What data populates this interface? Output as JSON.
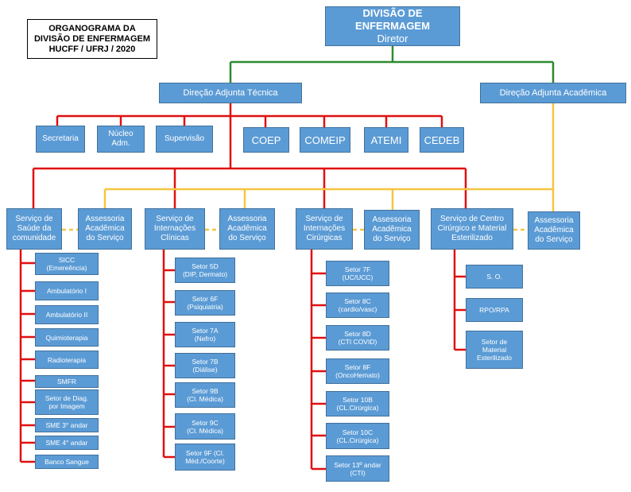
{
  "title": {
    "line1": "ORGANOGRAMA DA",
    "line2": "DIVISÃO DE ENFERMAGEM",
    "line3": "HUCFF / UFRJ / 2020"
  },
  "colors": {
    "box_fill": "#5b9bd5",
    "box_border": "#41719c",
    "line_green": "#2e8b2e",
    "line_red": "#e01010",
    "line_yellow": "#f5c542"
  },
  "top": {
    "name": "DIVISÃO DE ENFERMAGEM",
    "role": "Diretor"
  },
  "direcao_tecnica": "Direção Adjunta Técnica",
  "direcao_academica": "Direção Adjunta Acadêmica",
  "staff": [
    "Secretaria",
    "Núcleo\nAdm.",
    "Supervisão",
    "COEP",
    "COMEIP",
    "ATEMI",
    "CEDEB"
  ],
  "services": [
    "Serviço de\nSaúde da\ncomunidade",
    "Serviço de\nInternações\nClínicas",
    "Serviço de\nInternações\nCirúrgicas",
    "Serviço de Centro\nCirúrgico e Material\nEsterilizado"
  ],
  "assessoria": "Assessoria\nAcadêmica\ndo Serviço",
  "units": {
    "saude": [
      "SICC\n(Emereência)",
      "Ambulatório I",
      "Ambulatório II",
      "Quimioterapia",
      "Radioterapia",
      "SMFR",
      "Setor de Diag.\npor Imagem",
      "SME 3° andar",
      "SME 4° andar",
      "Banco Sangue"
    ],
    "clinicas": [
      "Setor 5D\n(DIP, Dermato)",
      "Setor 6F\n(Psiquiatria)",
      "Setor 7A\n(Nefro)",
      "Setor 7B\n(Diálise)",
      "Setor 9B\n(Cl. Médica)",
      "Setor 9C\n(Cl. Médica)",
      "Setor 9F (Cl.\nMéd./Coorte)"
    ],
    "cirurgicas": [
      "Setor 7F\n(UC/UCC)",
      "Setor 8C\n(cardio/vasc)",
      "Setor 8D\n(CTI COVID)",
      "Setor 8F\n(OncoHemato)",
      "Setor 10B\n(CL.Cirúrgica)",
      "Setor 10C\n(CL.Cirúrgica)",
      "Setor 13º andar\n(CTI)"
    ],
    "centro": [
      "S. O.",
      "RPO/RPA",
      "Setor de\nMaterial\nEsterilizado"
    ]
  }
}
